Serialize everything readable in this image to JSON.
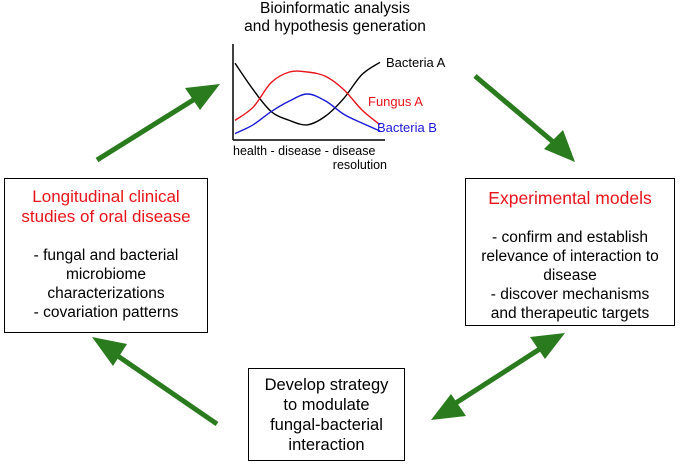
{
  "top": {
    "title_lines": [
      "Bioinformatic analysis",
      "and hypothesis generation"
    ]
  },
  "chart_data": {
    "type": "line",
    "xlabel_lines": [
      "health - disease - disease",
      "resolution"
    ],
    "x": [
      0,
      1,
      2,
      3,
      4,
      5,
      6,
      7,
      8
    ],
    "series": [
      {
        "name": "Bacteria A",
        "color": "#000000",
        "values": [
          8.5,
          5.5,
          3.0,
          2.0,
          1.5,
          2.5,
          4.5,
          7.2,
          8.6
        ]
      },
      {
        "name": "Fungus A",
        "color": "#e8141b",
        "values": [
          2.0,
          3.5,
          6.3,
          7.5,
          7.5,
          7.0,
          5.5,
          3.2,
          1.5
        ]
      },
      {
        "name": "Bacteria B",
        "color": "#1a1ad6",
        "values": [
          0.5,
          1.5,
          3.0,
          4.2,
          5.0,
          4.2,
          2.7,
          1.7,
          0.8
        ]
      }
    ],
    "ylim": [
      0,
      10
    ]
  },
  "left": {
    "title_lines": [
      "Longitudinal clinical",
      "studies of oral disease"
    ],
    "body_lines": [
      "- fungal and bacterial",
      "microbiome",
      "characterizations",
      "- covariation patterns"
    ],
    "title_color": "#e8141b"
  },
  "right": {
    "title": "Experimental models",
    "body_lines": [
      "- confirm and establish",
      "relevance of interaction to",
      "disease",
      "- discover mechanisms",
      "and therapeutic targets"
    ],
    "title_color": "#e8141b"
  },
  "bottom": {
    "body_lines": [
      "Develop strategy",
      "to modulate",
      "fungal-bacterial",
      "interaction"
    ]
  },
  "arrow_color": "#2a7a1e"
}
